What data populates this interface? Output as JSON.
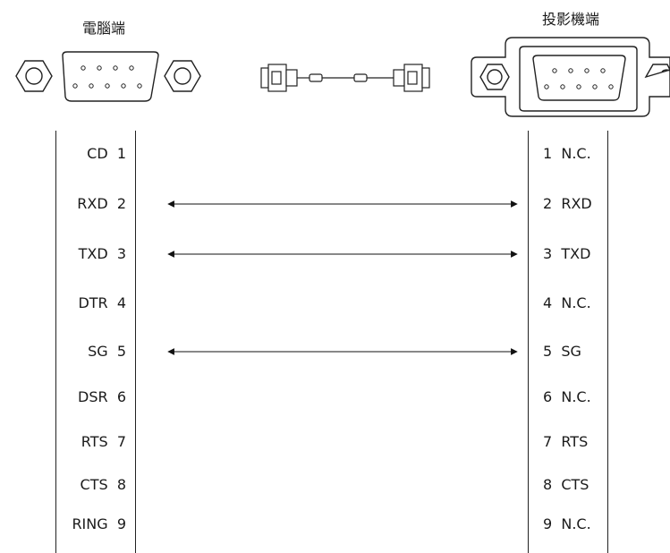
{
  "headers": {
    "left": "電腦端",
    "right": "投影機端"
  },
  "left_pins": [
    "CD  1",
    "RXD  2",
    "TXD  3",
    "DTR  4",
    "SG  5",
    "DSR  6",
    "RTS  7",
    "CTS  8",
    "RING  9"
  ],
  "right_pins": [
    "1  N.C.",
    "2  RXD",
    "3  TXD",
    "4  N.C.",
    "5  SG",
    "6  N.C.",
    "7  RTS",
    "8  CTS",
    "9  N.C."
  ],
  "connections": [
    {
      "from": "RXD 2",
      "to": "2 RXD"
    },
    {
      "from": "TXD 3",
      "to": "3 TXD"
    },
    {
      "from": "SG 5",
      "to": "5 SG"
    }
  ]
}
